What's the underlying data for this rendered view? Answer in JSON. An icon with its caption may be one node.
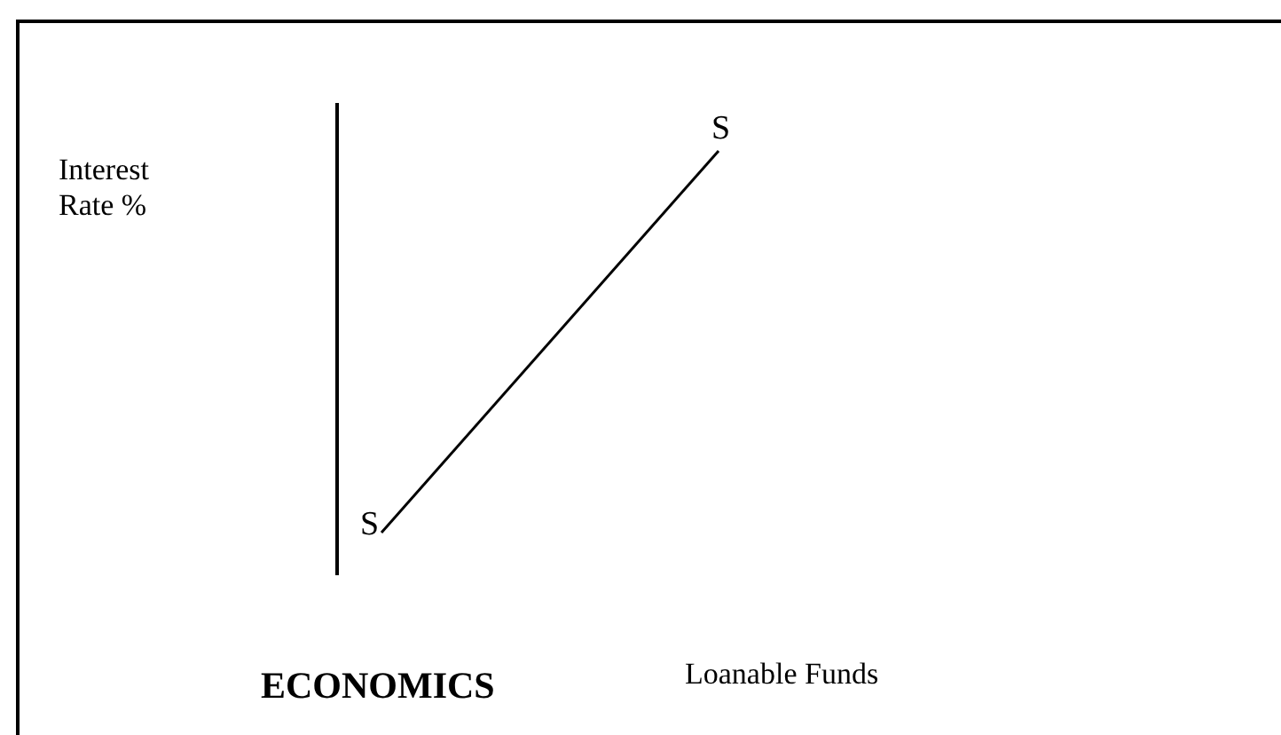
{
  "diagram": {
    "labels": [
      "Interest Rate %",
      "S",
      "S",
      "ECONOMICS",
      "Loanable Funds"
    ]
  }
}
